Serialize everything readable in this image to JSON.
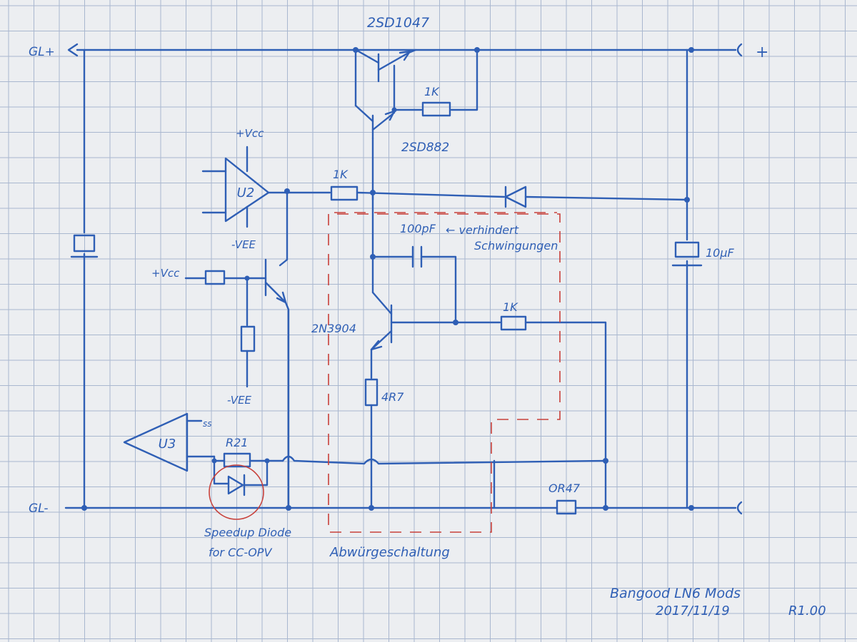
{
  "colors": {
    "ink": "#2f5fb5",
    "marker": "#c8403a",
    "paper": "#e9ebee",
    "grid": "#a9b7cf"
  },
  "rails": {
    "top_left": "GL+",
    "top_right": "+",
    "bottom_left": "GL-"
  },
  "transistors": {
    "darlington_top": "2SD1047",
    "darlington_driver": "2SD882",
    "limiter": "2N3904"
  },
  "opamps": {
    "u2": "U2",
    "u3": "U3"
  },
  "supplies": {
    "vcc_top": "+Vcc",
    "vee_top": "-VEE",
    "vcc_left": "+Vcc",
    "vee_bottom": "-VEE"
  },
  "resistors": {
    "top_feedback": "1K",
    "base_drive": "1K",
    "limiter_base": "1K",
    "emitter": "4R7",
    "sense": "R21",
    "shunt": "OR47"
  },
  "capacitors": {
    "filter": "10µF",
    "comp": "100pF"
  },
  "notes": {
    "comp_arrow": "← verhindert",
    "comp_reason": "Schwingungen",
    "speedup_line1": "Speedup Diode",
    "speedup_line2": "for CC-OPV",
    "circuit_label": "Abwürgeschaltung",
    "u3_pin": "ss"
  },
  "footer": {
    "title": "Bangood LN6 Mods",
    "date": "2017/11/19",
    "rev": "R1.00"
  }
}
